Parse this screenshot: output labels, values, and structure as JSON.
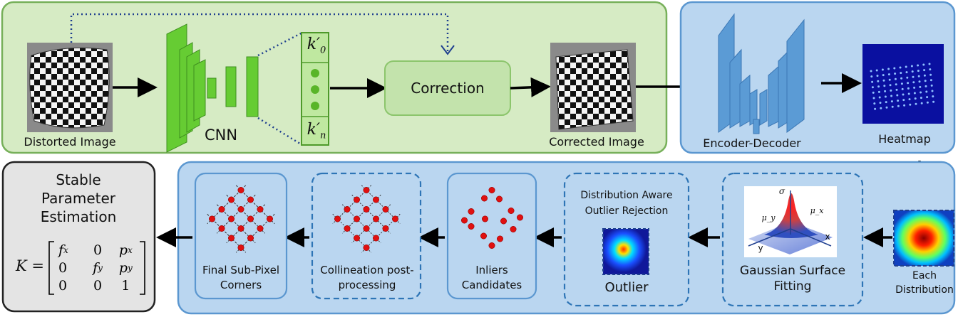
{
  "labels": {
    "distorted_image": "Distorted Image",
    "cnn": "CNN",
    "k0": "k′",
    "k0_sub": "0",
    "kn": "k′",
    "kn_sub": "n",
    "correction": "Correction",
    "corrected_image": "Corrected Image",
    "encoder_decoder": "Encoder-Decoder",
    "heatmap": "Heatmap",
    "stable_title": "Stable Parameter Estimation",
    "matrix_lhs": "K =",
    "matrix": [
      [
        "f_x",
        "0",
        "p_x"
      ],
      [
        "0",
        "f_y",
        "p_y"
      ],
      [
        "0",
        "0",
        "1"
      ]
    ],
    "final_corners": "Final Sub-Pixel Corners",
    "collineation": "Collineation post-processing",
    "inliers": "Inliers Candidates",
    "outlier_title": "Distribution Aware Outlier Rejection",
    "outlier": "Outlier",
    "gaussian": "Gaussian Surface Fitting",
    "each_distribution": "Each Distribution",
    "axis_sigma": "σ",
    "axis_muy": "μ_y",
    "axis_mux": "μ_x",
    "axis_x": "x",
    "axis_y": "y"
  },
  "colors": {
    "green_fill": "#d6ebc4",
    "green_stroke": "#77b05a",
    "blue_fill": "#bad6f0",
    "blue_stroke": "#5b97d0",
    "cnn_green": "#66cc33",
    "encoder_blue": "#5b9bd5",
    "gray_fill": "#e4e4e4",
    "dashed_blue": "#2e75b6",
    "dot_red": "#e01010",
    "correction_fill": "#c3e3ac"
  }
}
